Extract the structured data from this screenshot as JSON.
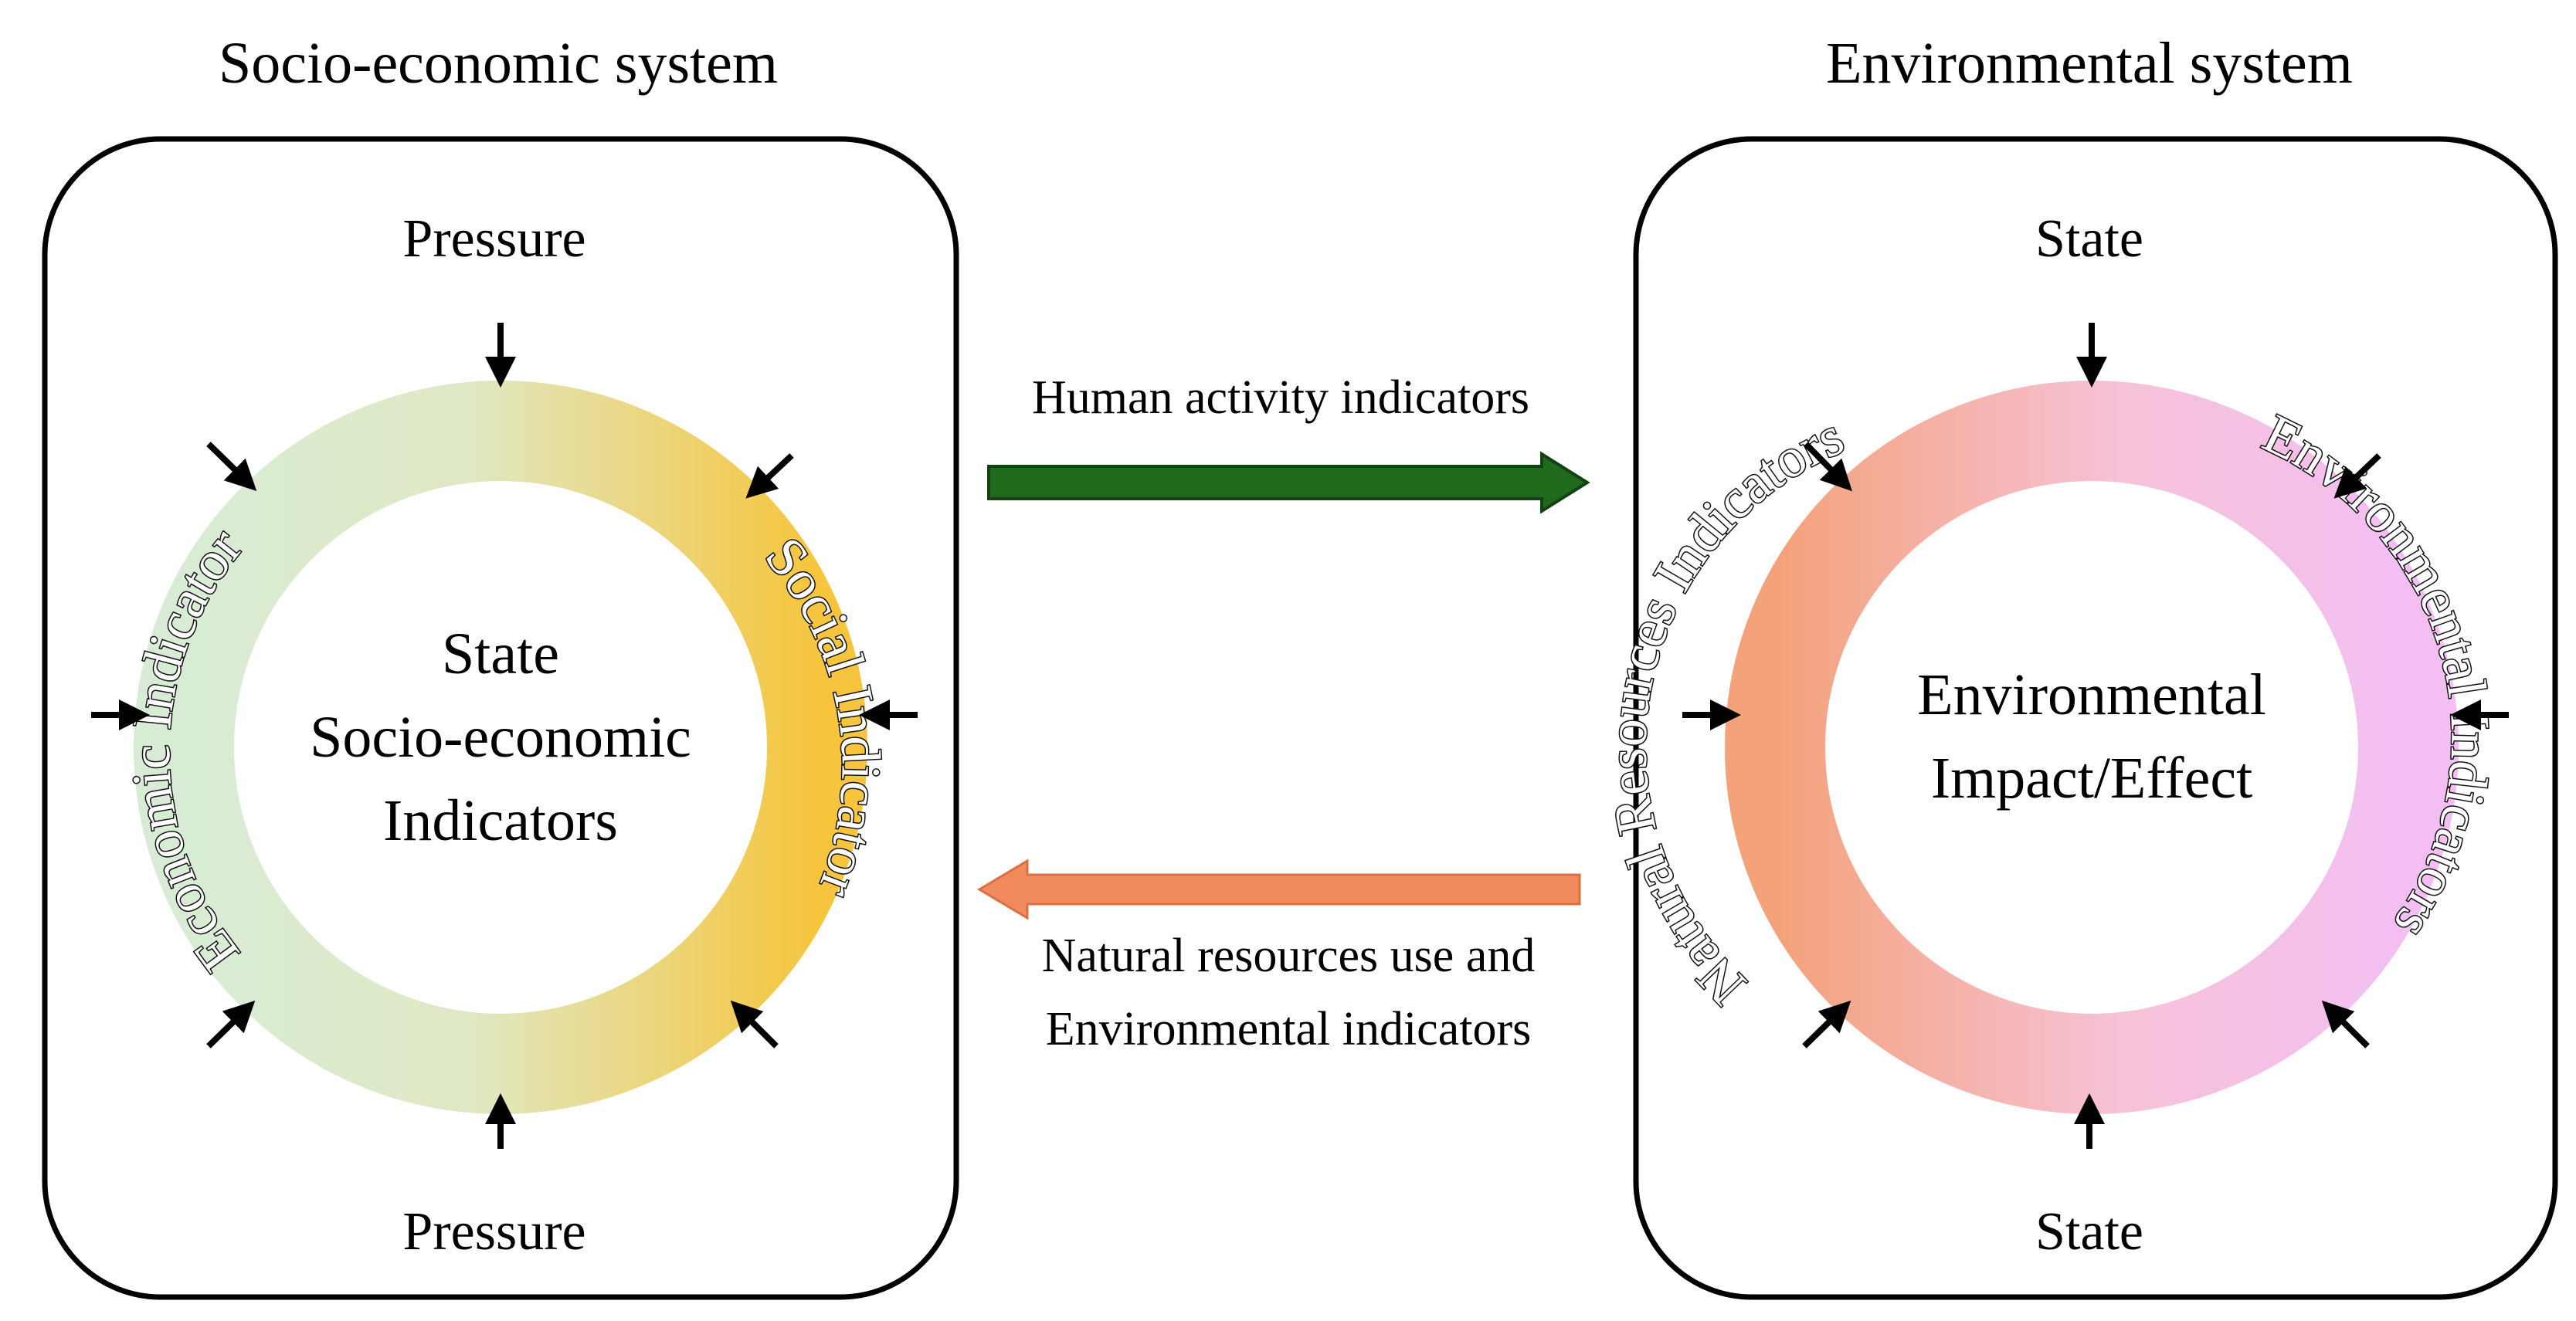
{
  "left_panel": {
    "title": "Socio-economic system",
    "top_label": "Pressure",
    "bottom_label": "Pressure",
    "center_lines": [
      "State",
      "Socio-economic",
      "Indicators"
    ],
    "ring_left_label": "Economic Indicator",
    "ring_right_label": "Social Indicator",
    "ring_colors": {
      "start": "#d8ecd5",
      "end": "#f6c53d"
    }
  },
  "right_panel": {
    "title": "Environmental system",
    "top_label": "State",
    "bottom_label": "State",
    "center_lines": [
      "Environmental",
      "Impact/Effect"
    ],
    "ring_left_label": "Natural Resources Indicators",
    "ring_right_label": "Environmental Indicators",
    "ring_colors": {
      "start": "#f4a27a",
      "end": "#f3bff3"
    }
  },
  "flows": {
    "forward": {
      "label": "Human activity indicators",
      "color": "#1f6a1c",
      "direction": "right"
    },
    "backward": {
      "label_lines": [
        "Natural resources use and",
        "Environmental indicators"
      ],
      "color": "#f28b5c",
      "direction": "left"
    }
  }
}
